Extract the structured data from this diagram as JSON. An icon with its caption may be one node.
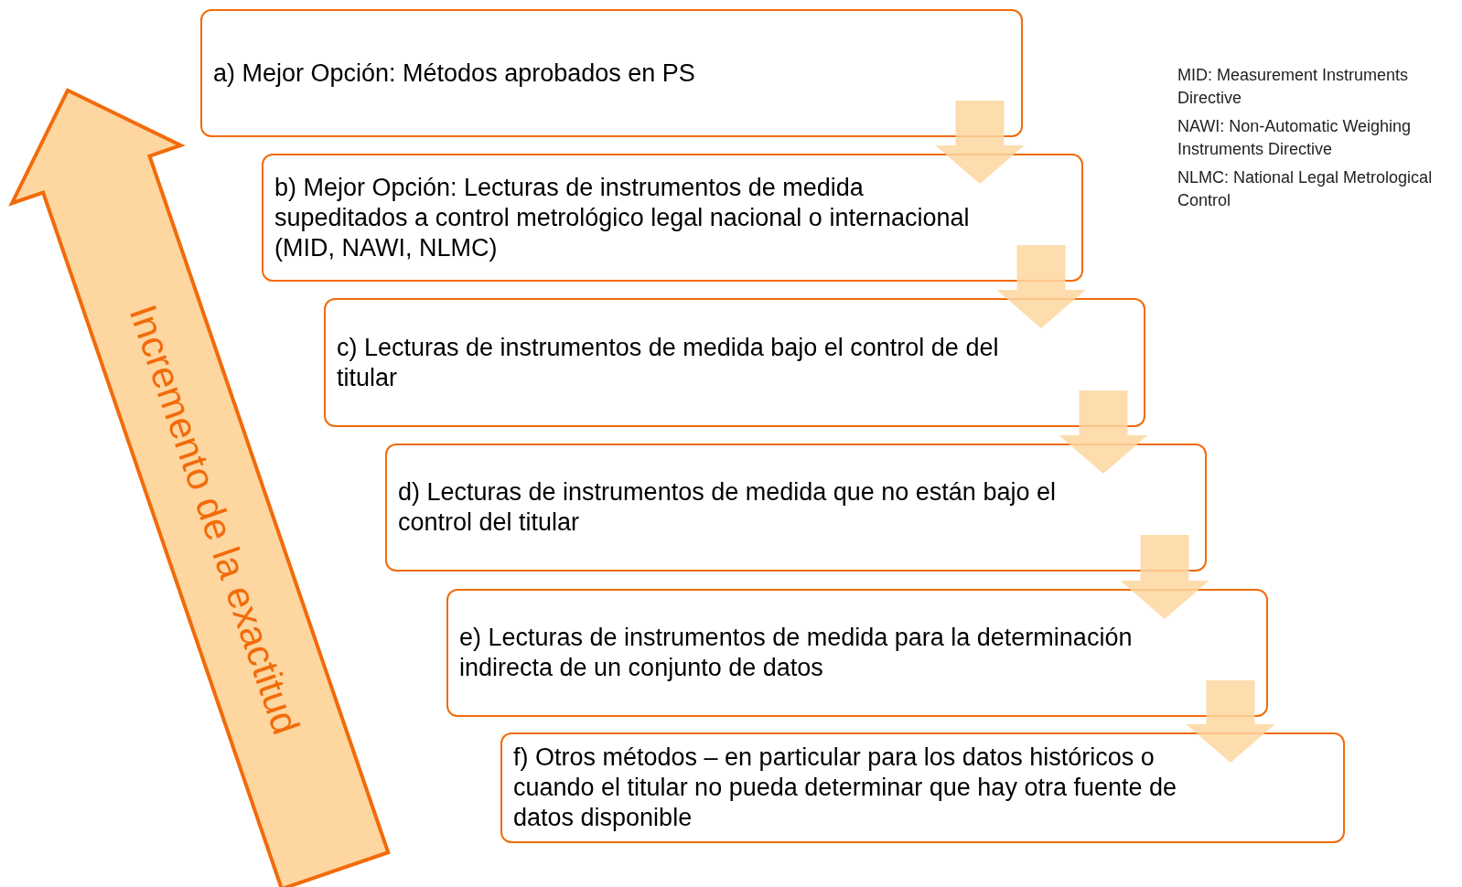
{
  "diagram": {
    "nodes": [
      {
        "text": [
          "a) Mejor Opción: Métodos aprobados en PS"
        ]
      },
      {
        "text": [
          "b) Mejor Opción: Lecturas de instrumentos de medida supeditados a control metrológico legal nacional o internacional (MID, NAWI, NLMC)"
        ]
      },
      {
        "text": [
          "c) Lecturas de instrumentos de medida bajo el control de del titular"
        ]
      },
      {
        "text": [
          "d) Lecturas de instrumentos de medida que no están bajo el control del titular"
        ]
      },
      {
        "text": [
          "e) Lecturas de instrumentos de medida para la determinación indirecta de un conjunto de datos"
        ]
      },
      {
        "text": [
          "f) Otros métodos – en particular para los datos históricos o cuando el titular no pueda determinar que hay otra fuente de datos disponible"
        ]
      },
      {
        "text": [
          "Incremento de la exactitud"
        ]
      }
    ],
    "edges": [
      {
        "from": 0,
        "to": 1,
        "arrow": "to"
      },
      {
        "from": 1,
        "to": 2,
        "arrow": "to"
      },
      {
        "from": 2,
        "to": 3,
        "arrow": "to"
      },
      {
        "from": 3,
        "to": 4,
        "arrow": "to"
      },
      {
        "from": 4,
        "to": 5,
        "arrow": "to"
      }
    ],
    "labels": [
      "MID: Measurement Instruments Directive",
      "NAWI: Non-Automatic Weighing Instruments Directive",
      "NLMC: National Legal Metrological Control"
    ]
  }
}
